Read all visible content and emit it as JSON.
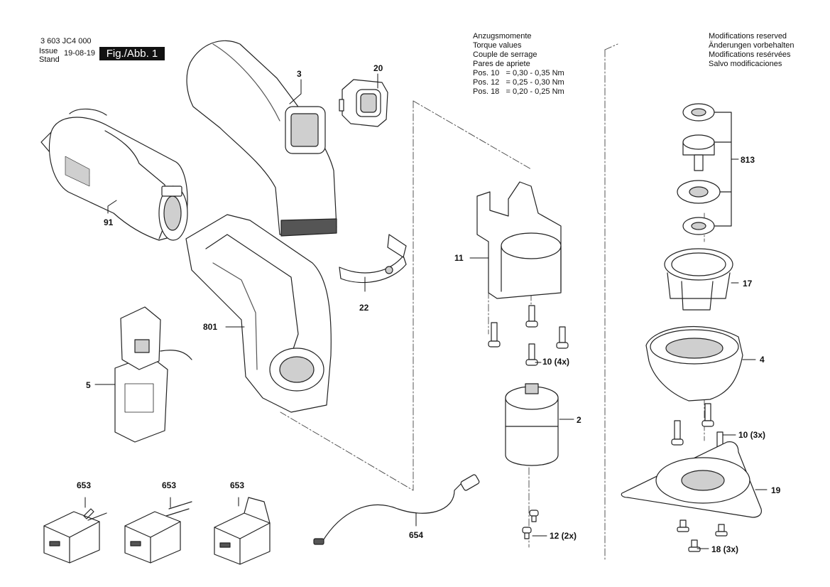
{
  "header": {
    "doc_number": "3 603 JC4 000",
    "issue_label": "Issue",
    "stand_label": "Stand",
    "date": "19-08-19",
    "figure_label": "Fig./Abb. 1"
  },
  "torque_block": {
    "lines": [
      "Anzugsmomente",
      "Torque values",
      "Couple de serrage",
      "Pares de apriete"
    ],
    "positions": [
      "Pos. 10   = 0,30 - 0,35 Nm",
      "Pos. 12   = 0,25 - 0,30 Nm",
      "Pos. 18   = 0,20 - 0,25 Nm"
    ]
  },
  "modifications": [
    "Modifications reserved",
    "Änderungen vorbehalten",
    "Modifications resérvées",
    "Salvo modificaciones"
  ],
  "parts": {
    "p3": "3",
    "p20": "20",
    "p91": "91",
    "p22": "22",
    "p801": "801",
    "p5": "5",
    "p11": "11",
    "p10_4x": "10 (4x)",
    "p2": "2",
    "p654": "654",
    "p12_2x": "12 (2x)",
    "p813": "813",
    "p17": "17",
    "p4": "4",
    "p10_3x": "10 (3x)",
    "p19": "19",
    "p18_3x": "18 (3x)",
    "p653a": "653",
    "p653b": "653",
    "p653c": "653"
  },
  "colors": {
    "ink": "#111111",
    "outline": "#222222",
    "fill": "#ffffff",
    "shade": "#cfcfcf",
    "dark": "#555555"
  }
}
